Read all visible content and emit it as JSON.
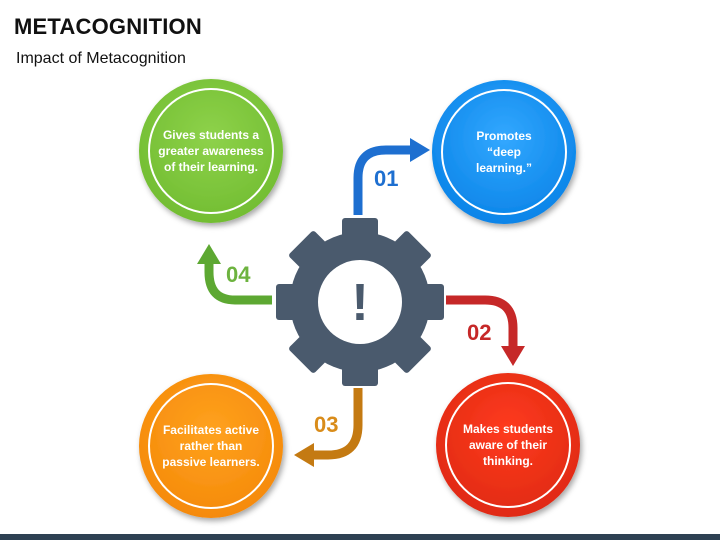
{
  "header": {
    "title": "METACOGNITION",
    "subtitle": "Impact of Metacognition"
  },
  "center": {
    "icon": "gear-exclamation-icon",
    "symbol": "!",
    "color": "#4a5a6d"
  },
  "steps": [
    {
      "number": "01",
      "text": "Promotes “deep learning.”",
      "color": "#1e88e5"
    },
    {
      "number": "02",
      "text": "Makes students aware of their thinking.",
      "color": "#d32f2f"
    },
    {
      "number": "03",
      "text": "Facilitates active rather than passive learners.",
      "color": "#d98c1a"
    },
    {
      "number": "04",
      "text": "Gives students a greater awareness of their learning.",
      "color": "#6db33f"
    }
  ]
}
